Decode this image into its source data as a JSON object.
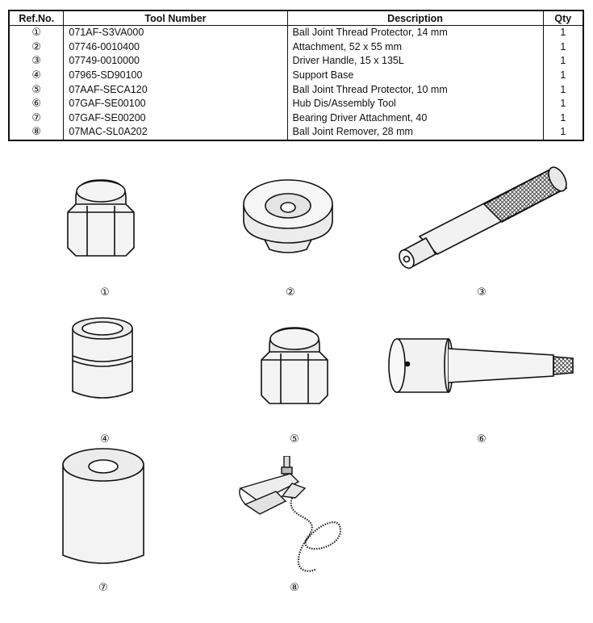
{
  "table": {
    "headers": {
      "ref": "Ref.No.",
      "tool": "Tool Number",
      "desc": "Description",
      "qty": "Qty"
    },
    "rows": [
      {
        "ref": "①",
        "tool": "071AF-S3VA000",
        "desc": "Ball Joint Thread Protector, 14 mm",
        "qty": "1"
      },
      {
        "ref": "②",
        "tool": "07746-0010400",
        "desc": "Attachment, 52 x 55 mm",
        "qty": "1"
      },
      {
        "ref": "③",
        "tool": "07749-0010000",
        "desc": "Driver Handle, 15 x 135L",
        "qty": "1"
      },
      {
        "ref": "④",
        "tool": "07965-SD90100",
        "desc": "Support Base",
        "qty": "1"
      },
      {
        "ref": "⑤",
        "tool": "07AAF-SECA120",
        "desc": "Ball Joint Thread Protector, 10 mm",
        "qty": "1"
      },
      {
        "ref": "⑥",
        "tool": "07GAF-SE00100",
        "desc": "Hub Dis/Assembly Tool",
        "qty": "1"
      },
      {
        "ref": "⑦",
        "tool": "07GAF-SE00200",
        "desc": "Bearing Driver Attachment, 40",
        "qty": "1"
      },
      {
        "ref": "⑧",
        "tool": "07MAC-SL0A202",
        "desc": "Ball Joint Remover, 28 mm",
        "qty": "1"
      }
    ]
  },
  "captions": [
    "①",
    "②",
    "③",
    "④",
    "⑤",
    "⑥",
    "⑦",
    "⑧"
  ]
}
